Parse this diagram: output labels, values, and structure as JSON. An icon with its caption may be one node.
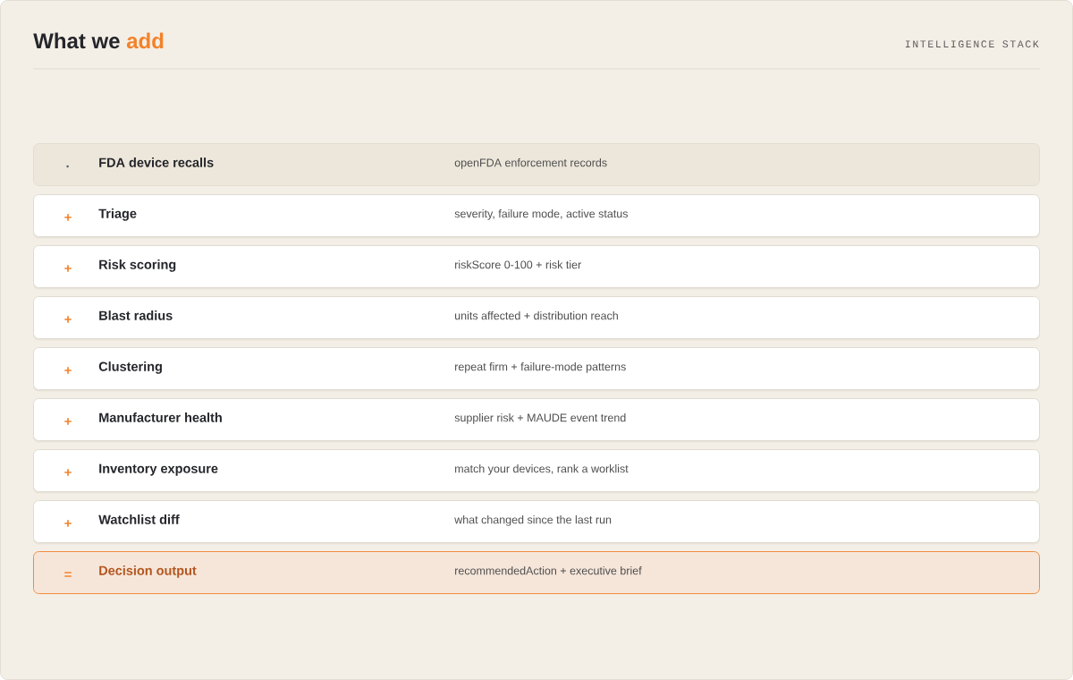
{
  "diagram": {
    "title": "What we add",
    "nodes": [
      {
        "text": [
          "·",
          "FDA device recalls",
          "openFDA enforcement records"
        ]
      },
      {
        "text": [
          "+",
          "Triage",
          "severity, failure mode, active status"
        ]
      },
      {
        "text": [
          "+",
          "Risk scoring",
          "riskScore 0-100 + risk tier"
        ]
      },
      {
        "text": [
          "+",
          "Blast radius",
          "units affected + distribution reach"
        ]
      },
      {
        "text": [
          "+",
          "Clustering",
          "repeat firm + failure-mode patterns"
        ]
      },
      {
        "text": [
          "+",
          "Manufacturer health",
          "supplier risk + MAUDE event trend"
        ]
      },
      {
        "text": [
          "+",
          "Inventory exposure",
          "match your devices, rank a worklist"
        ]
      },
      {
        "text": [
          "+",
          "Watchlist diff",
          "what changed since the last run"
        ]
      },
      {
        "text": [
          "=",
          "Decision output",
          "recommendedAction + executive brief"
        ]
      }
    ],
    "labels": [
      "INTELLIGENCE STACK"
    ]
  }
}
